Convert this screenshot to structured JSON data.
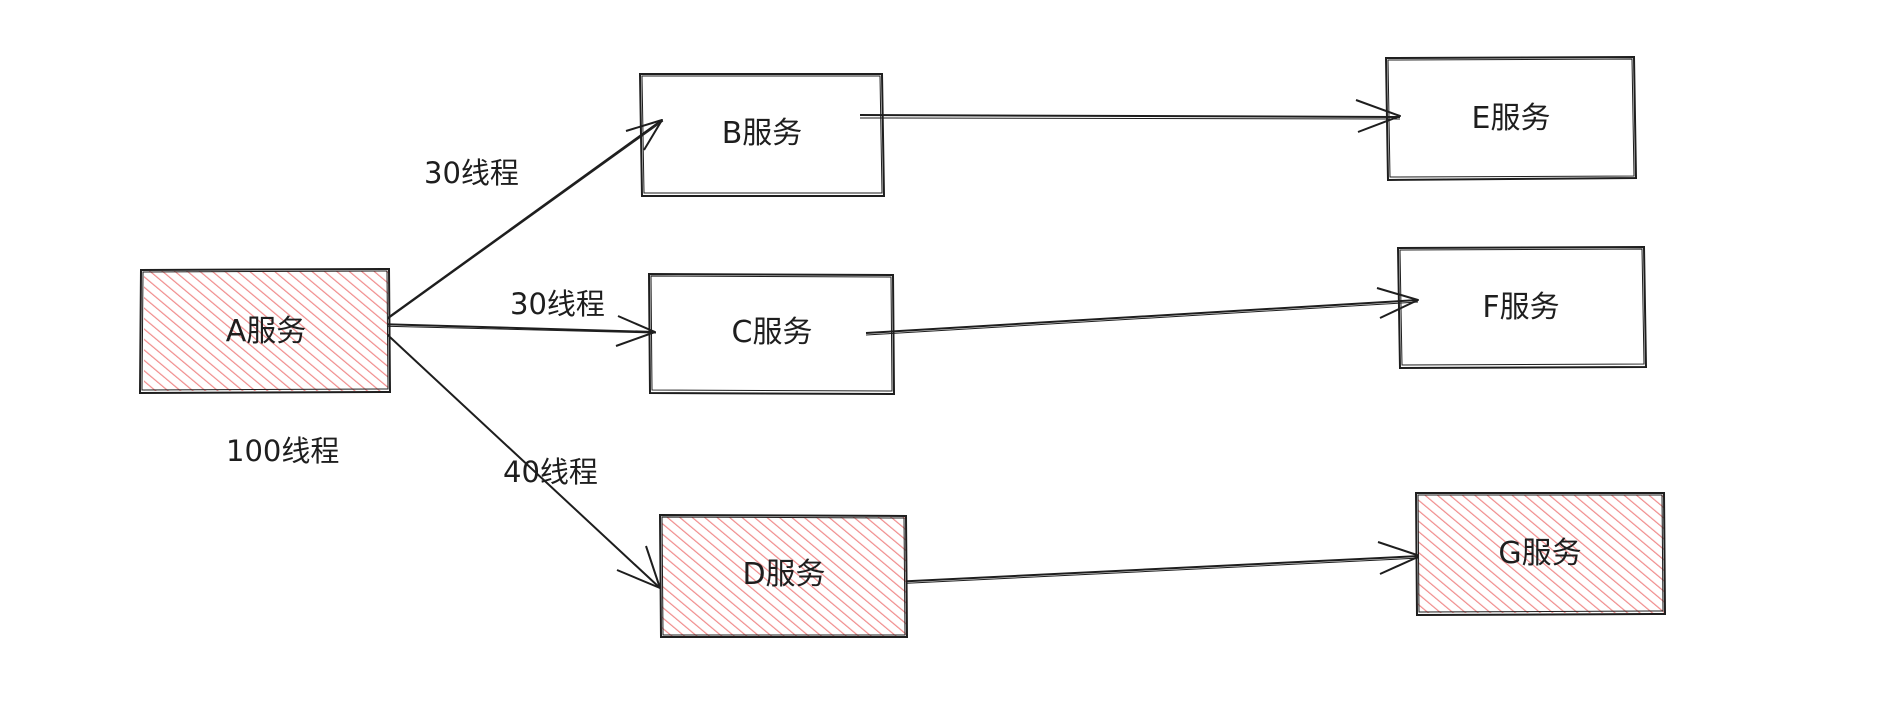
{
  "colors": {
    "stroke": "#1e1e1e",
    "hot_fill": "#f08c8c",
    "background": "#ffffff"
  },
  "nodes": {
    "A": {
      "label": "A服务",
      "status": "hot"
    },
    "B": {
      "label": "B服务",
      "status": "normal"
    },
    "C": {
      "label": "C服务",
      "status": "normal"
    },
    "D": {
      "label": "D服务",
      "status": "hot"
    },
    "E": {
      "label": "E服务",
      "status": "normal"
    },
    "F": {
      "label": "F服务",
      "status": "normal"
    },
    "G": {
      "label": "G服务",
      "status": "hot"
    }
  },
  "annotations": {
    "a_threads": "100线程"
  },
  "edges": {
    "ab": {
      "from": "A",
      "to": "B",
      "label": "30线程"
    },
    "ac": {
      "from": "A",
      "to": "C",
      "label": "30线程"
    },
    "ad": {
      "from": "A",
      "to": "D",
      "label": "40线程"
    },
    "be": {
      "from": "B",
      "to": "E",
      "label": ""
    },
    "cf": {
      "from": "C",
      "to": "F",
      "label": ""
    },
    "dg": {
      "from": "D",
      "to": "G",
      "label": ""
    }
  }
}
